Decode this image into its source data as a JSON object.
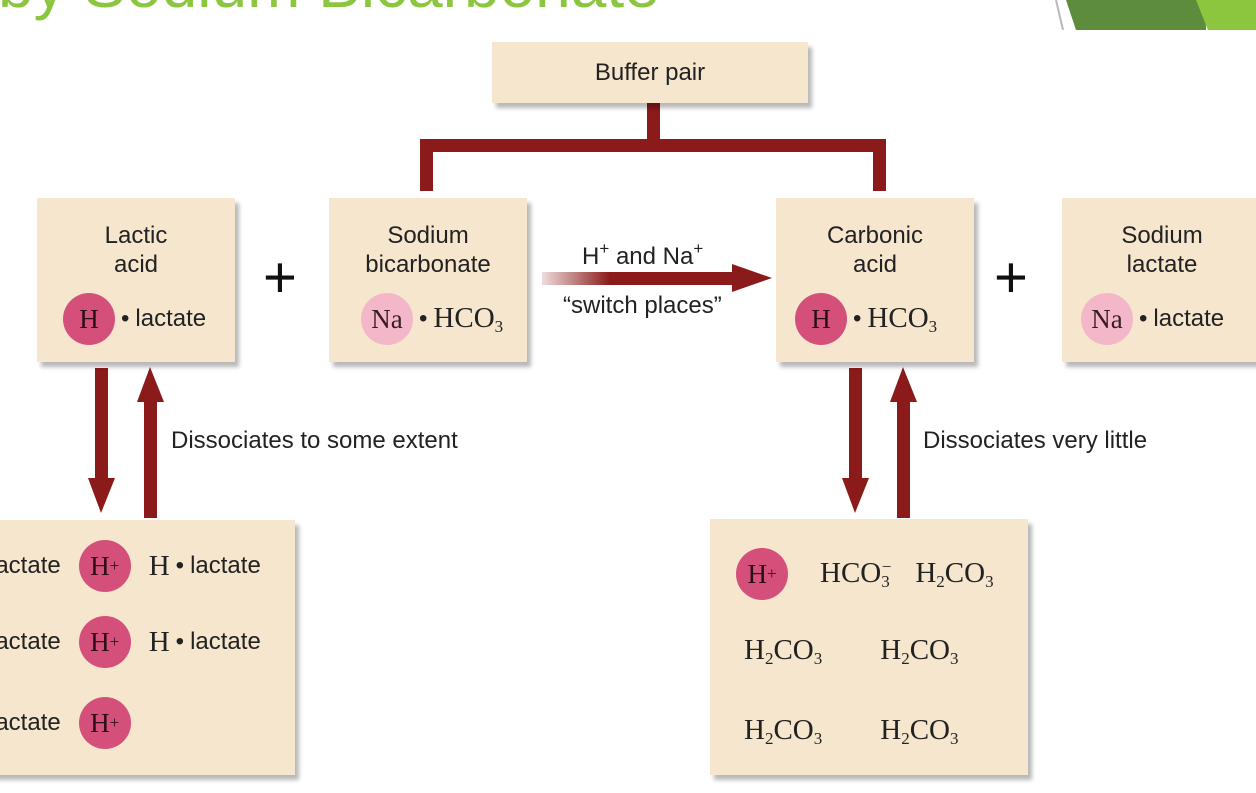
{
  "title_fragment": "by Sodium Bicarbonate",
  "buffer_pair": {
    "label": "Buffer pair"
  },
  "lactic_acid": {
    "title_line1": "Lactic",
    "title_line2": "acid",
    "ion": "H",
    "bond": "•",
    "partner": "lactate"
  },
  "sodium_bicarbonate": {
    "title_line1": "Sodium",
    "title_line2": "bicarbonate",
    "ion": "Na",
    "bond": "•",
    "partner": "HCO",
    "partner_sub": "3"
  },
  "reaction_arrow": {
    "label_top_pre": "H",
    "label_top_sup1": "+",
    "label_top_mid": " and Na",
    "label_top_sup2": "+",
    "label_bottom": "“switch places”"
  },
  "carbonic_acid": {
    "title_line1": "Carbonic",
    "title_line2": "acid",
    "ion": "H",
    "bond": "•",
    "partner": "HCO",
    "partner_sub": "3"
  },
  "sodium_lactate": {
    "title_line1": "Sodium",
    "title_line2": "lactate",
    "ion": "Na",
    "bond": "•",
    "partner": "lactate"
  },
  "plus_sign": "+",
  "left_dissociation_label": "Dissociates to some extent",
  "right_dissociation_label": "Dissociates very little",
  "left_products": {
    "rows": [
      {
        "lactate": "lactate",
        "ion": "H",
        "ion_sup": "+",
        "molecule_h": "H",
        "bond": "•",
        "molecule_partner": "lactate"
      },
      {
        "lactate": "lactate",
        "ion": "H",
        "ion_sup": "+",
        "molecule_h": "H",
        "bond": "•",
        "molecule_partner": "lactate"
      },
      {
        "lactate": "lactate",
        "ion": "H",
        "ion_sup": "+"
      }
    ]
  },
  "right_products": {
    "ion": "H",
    "ion_sup": "+",
    "bicarbonate": "HCO",
    "bicarbonate_sub": "3",
    "bicarbonate_sup": "−",
    "h2co3_h": "H",
    "h2co3_sub2": "2",
    "h2co3_co": "CO",
    "h2co3_sub3": "3"
  },
  "colors": {
    "box_fill": "#f5e6cd",
    "arrow": "#8b1a1a",
    "hydrogen_circle": "#d4507a",
    "sodium_circle": "#f4b7c9",
    "title_green": "#8cc63f"
  }
}
